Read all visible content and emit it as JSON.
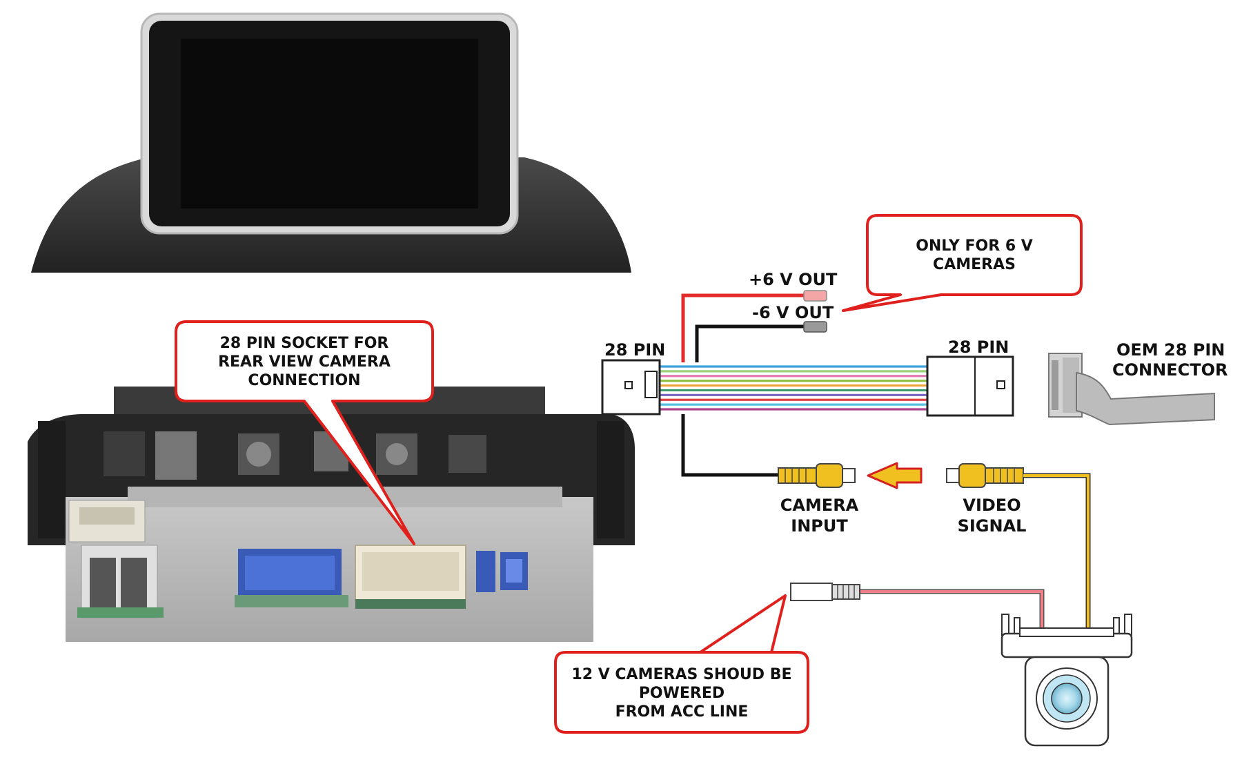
{
  "labels": {
    "pos6v": "+6 V OUT",
    "neg6v": "-6 V OUT",
    "pin28_left": "28 PIN",
    "pin28_right": "28 PIN",
    "oem_line1": "OEM 28 PIN",
    "oem_line2": "CONNECTOR",
    "camera_input_line1": "CAMERA",
    "camera_input_line2": "INPUT",
    "video_signal_line1": "VIDEO",
    "video_signal_line2": "SIGNAL"
  },
  "callouts": {
    "socket": {
      "line1": "28 PIN SOCKET FOR",
      "line2": "REAR VIEW CAMERA",
      "line3": "CONNECTION"
    },
    "six_volt": {
      "line1": "ONLY FOR 6 V",
      "line2": "CAMERAS"
    },
    "twelve_volt": {
      "line1": "12 V CAMERAS SHOUD BE",
      "line2": "POWERED",
      "line3": "FROM ACC LINE"
    }
  },
  "colors": {
    "callout_border": "#e0201c",
    "wire_red": "#e32b2b",
    "wire_black": "#111111",
    "wire_yellow": "#f0c020",
    "wire_pink": "#f08088",
    "arrow_fill": "#f0c020",
    "arrow_border": "#d42020",
    "harness": [
      "#3fa0e0",
      "#9cd07a",
      "#e07ab0",
      "#8fbf3a",
      "#f2a23a",
      "#3a9a6a",
      "#7a62c0",
      "#e04444",
      "#56c0e0",
      "#a8458c"
    ]
  }
}
